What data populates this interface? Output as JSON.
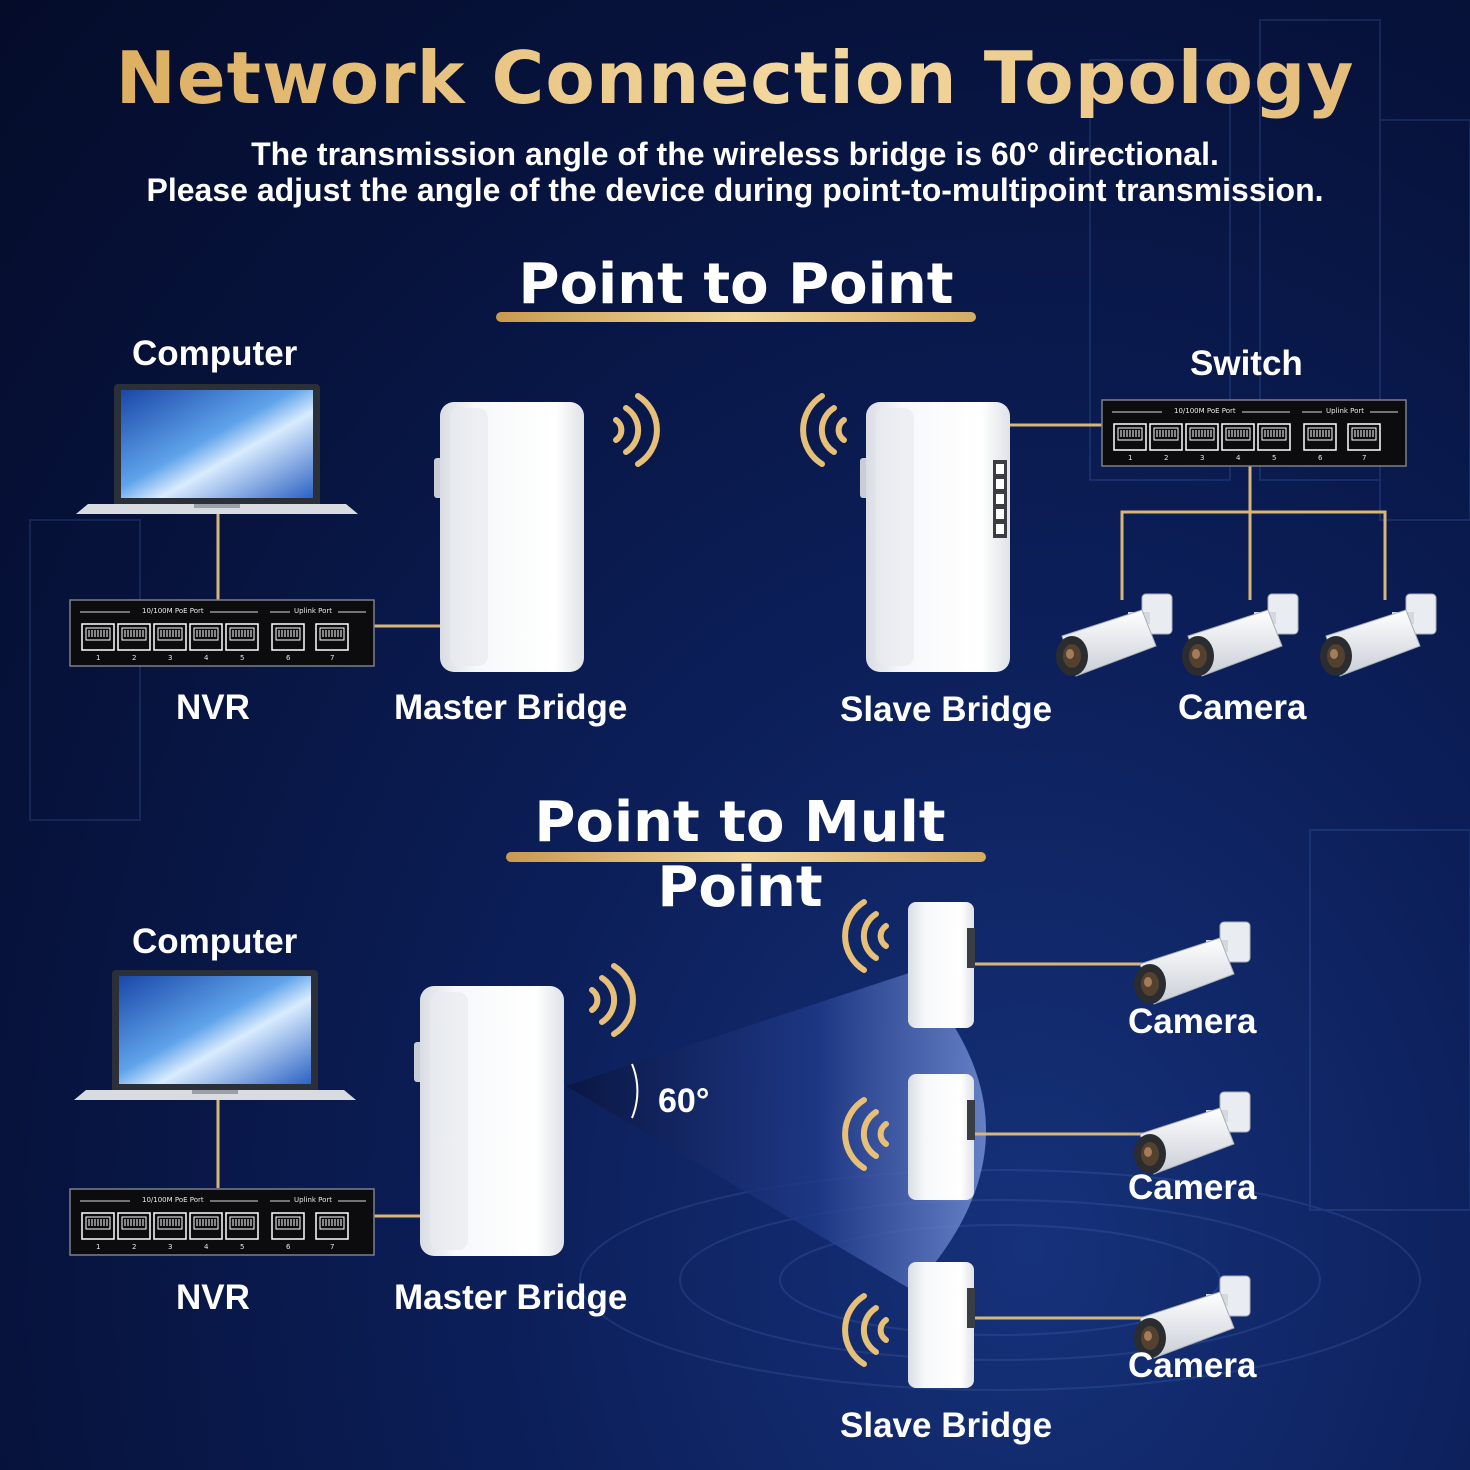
{
  "title": "Network Connection Topology",
  "subtitle": {
    "line1": "The transmission angle of the wireless bridge is 60° directional.",
    "line2": "Please adjust the angle of the device during point-to-multipoint transmission."
  },
  "p2p": {
    "heading": "Point to Point",
    "computer": "Computer",
    "nvr": "NVR",
    "master_bridge": "Master Bridge",
    "slave_bridge": "Slave Bridge",
    "switch": "Switch",
    "camera": "Camera"
  },
  "p2mp": {
    "heading": "Point to Mult Point",
    "computer": "Computer",
    "nvr": "NVR",
    "master_bridge": "Master Bridge",
    "angle": "60°",
    "cameras": [
      "Camera",
      "Camera",
      "Camera"
    ],
    "slave_bridge": "Slave Bridge"
  },
  "device_panel": {
    "poe_label": "10/100M PoE Port",
    "uplink_label": "Uplink Port",
    "port_numbers": [
      "1",
      "2",
      "3",
      "4",
      "5",
      "6",
      "7"
    ]
  },
  "icons": [
    "laptop-icon",
    "nvr-icon",
    "bridge-icon",
    "wifi-signal-icon",
    "switch-icon",
    "camera-icon"
  ],
  "colors": {
    "background": "#0a1a4f",
    "accent_gold": "#e6bf78",
    "link_line": "#d8b678",
    "text": "#ffffff"
  }
}
